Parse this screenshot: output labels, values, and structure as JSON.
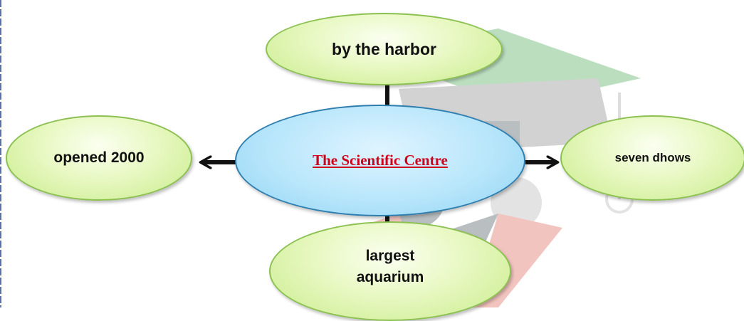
{
  "diagram": {
    "center": {
      "label": "The Scientific Centre"
    },
    "nodes": {
      "top": {
        "label": "by the harbor"
      },
      "left": {
        "label": "opened 2000"
      },
      "right": {
        "label": "seven dhows"
      },
      "bottom": {
        "label_line1": "largest",
        "label_line2": "aquarium"
      }
    }
  },
  "colors": {
    "center_text": "#d0021b",
    "leaf_fill": "#e8f8c2",
    "leaf_border": "#8cc152",
    "center_fill": "#b8e6fb",
    "center_border": "#2e7fb0",
    "arrow": "#111111"
  }
}
